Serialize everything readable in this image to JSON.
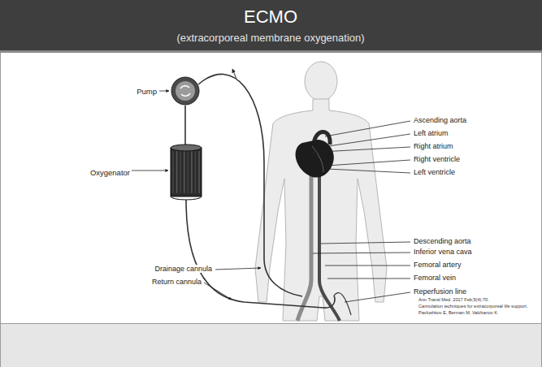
{
  "diagram": {
    "title": "ECMO",
    "nodes": [
      {
        "text": [
          "Pump"
        ]
      },
      {
        "text": [
          "Oxygenator"
        ]
      }
    ],
    "edges": [
      {
        "from": 0,
        "to": 1,
        "arrow": "none"
      }
    ],
    "labels": [
      "(extracorporeal membrane oxygenation)",
      "Ascending aorta",
      "Left atrium",
      "Right atrium",
      "Right ventricle",
      "Left ventricle",
      "Descending aorta",
      "Inferior vena cava",
      "Femoral artery",
      "Femoral vein",
      "Reperfusion line",
      "Drainage cannula",
      "Return cannula",
      "Ann Transl Med. 2017 Feb;5(4):70.",
      "Cannulation techniques for extracorporeal life support.",
      "Pavlushkov E, Berman M, Valchanov K."
    ]
  }
}
